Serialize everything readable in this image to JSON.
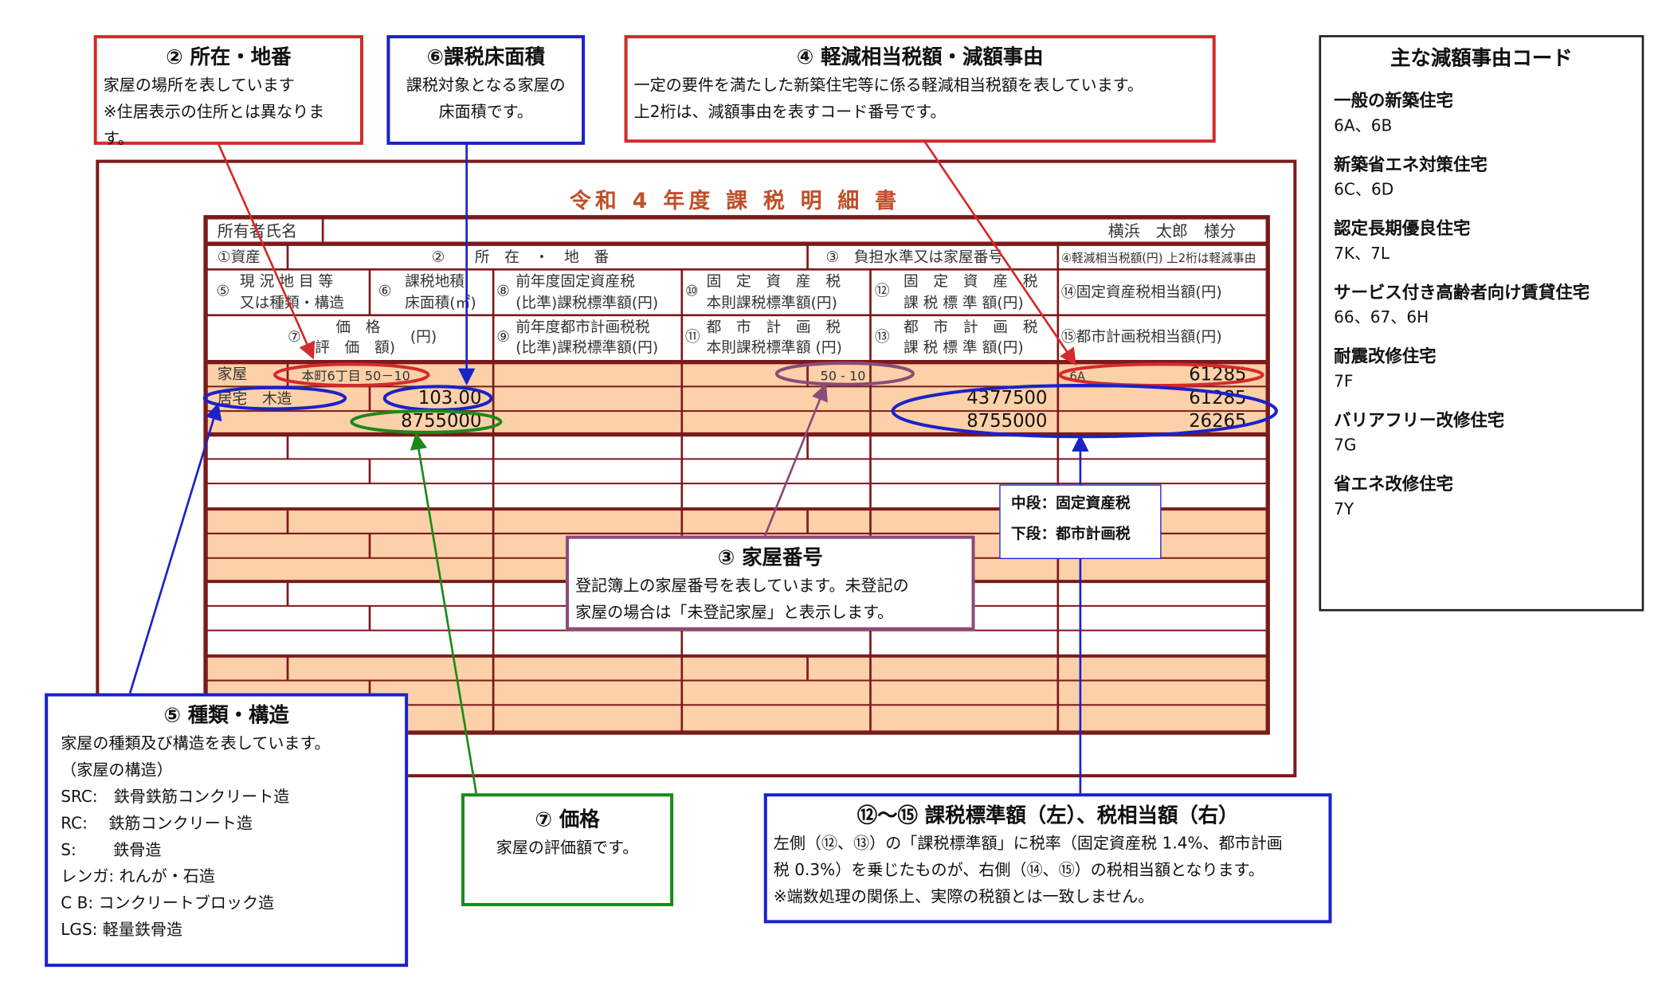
{
  "callouts": {
    "location": {
      "title": "② 所在・地番",
      "lines": [
        "家屋の場所を表しています",
        "※住居表示の住所とは異なります。"
      ]
    },
    "floor_area": {
      "title": "⑥課税床面積",
      "lines": [
        "課税対象となる家屋の",
        "床面積です。"
      ]
    },
    "reduction": {
      "title": "④ 軽減相当税額・減額事由",
      "lines": [
        "一定の要件を満たした新築住宅等に係る軽減相当税額を表しています。",
        "上2桁は、減額事由を表すコード番号です。"
      ]
    },
    "house_number": {
      "title": "③ 家屋番号",
      "lines": [
        "登記簿上の家屋番号を表しています。未登記の",
        "家屋の場合は「未登記家屋」と表示します。"
      ]
    },
    "tiers": {
      "middle": "中段：固定資産税",
      "bottom": "下段：都市計画税"
    },
    "type_structure": {
      "title": "⑤ 種類・構造",
      "lines": [
        "家屋の種類及び構造を表しています。",
        "（家屋の構造）",
        "SRC:　鉄骨鉄筋コンクリート造",
        "RC:　 鉄筋コンクリート造",
        "S:　　 鉄骨造",
        "レンガ: れんが・石造",
        "C B: コンクリートブロック造",
        "LGS: 軽量鉄骨造"
      ]
    },
    "price": {
      "title": "⑦ 価格",
      "lines": [
        "家屋の評価額です。"
      ]
    },
    "tax_base": {
      "title": "⑫〜⑮ 課税標準額（左）、税相当額（右）",
      "lines": [
        "左側（⑫、⑬）の「課税標準額」に税率（固定資産税 1.4%、都市計画",
        "税 0.3%）を乗じたものが、右側（⑭、⑮）の税相当額となります。",
        "※端数処理の関係上、実際の税額とは一致しません。"
      ]
    }
  },
  "legend": {
    "title": "主な減額事由コード",
    "items": [
      {
        "label": "一般の新築住宅",
        "codes": "6A、6B"
      },
      {
        "label": "新築省エネ対策住宅",
        "codes": "6C、6D"
      },
      {
        "label": "認定長期優良住宅",
        "codes": "7K、7L"
      },
      {
        "label": "サービス付き高齢者向け賃貸住宅",
        "codes": "66、67、6H"
      },
      {
        "label": "耐震改修住宅",
        "codes": "7F"
      },
      {
        "label": "バリアフリー改修住宅",
        "codes": "7G"
      },
      {
        "label": "省エネ改修住宅",
        "codes": "7Y"
      }
    ]
  },
  "form": {
    "title": "令和 4 年度 課 税 明 細 書",
    "owner_label": "所有者氏名",
    "owner_name": "横浜　太郎　様分",
    "h_asset": "①資産",
    "h_location": "②　　所　在　・　地　番",
    "h_burden": "③　負担水準又は家屋番号",
    "h_reduction": "④軽減相当税額(円) 上2桁は軽減事由",
    "h5": [
      "⑤",
      "現 況 地 目 等",
      "又は種類・構造"
    ],
    "h6": [
      "⑥",
      "課税地積",
      "床面積(㎡)"
    ],
    "h8": [
      "⑧",
      "前年度固定資産税",
      "(比準)課税標準額(円)"
    ],
    "h10": [
      "⑩",
      "固　定　資　産　税",
      "本則課税標準額(円)"
    ],
    "h12": [
      "⑫",
      "固　定　資　産　税",
      "課 税 標 準 額(円)"
    ],
    "h14": "⑭固定資産税相当額(円)",
    "h7": [
      "⑦",
      "価　格",
      "(評　価　額)",
      "(円)"
    ],
    "h9": [
      "⑨",
      "前年度都市計画税税",
      "(比準)課税標準額(円)"
    ],
    "h11": [
      "⑪",
      "都　市　計　画　税",
      "本則課税標準額 (円)"
    ],
    "h13": [
      "⑬",
      "都　市　計　画　税",
      "課 税 標 準 額(円)"
    ],
    "h15": "⑮都市計画税相当額(円)",
    "row": {
      "asset": "家屋",
      "location": "本町6丁目 50－10",
      "house_number": "50 - 10",
      "reduction_code": "6A",
      "reduction_amount": "61285",
      "type": "居宅　木造",
      "floor_area": "103.00",
      "fixed_tax_base": "4377500",
      "fixed_tax_amount": "61285",
      "price": "8755000",
      "city_tax_base": "8755000",
      "city_tax_amount": "26265"
    }
  },
  "colors": {
    "frame": "#7b1a1a",
    "peach": "#fcd0a8",
    "title": "#c0502a"
  }
}
